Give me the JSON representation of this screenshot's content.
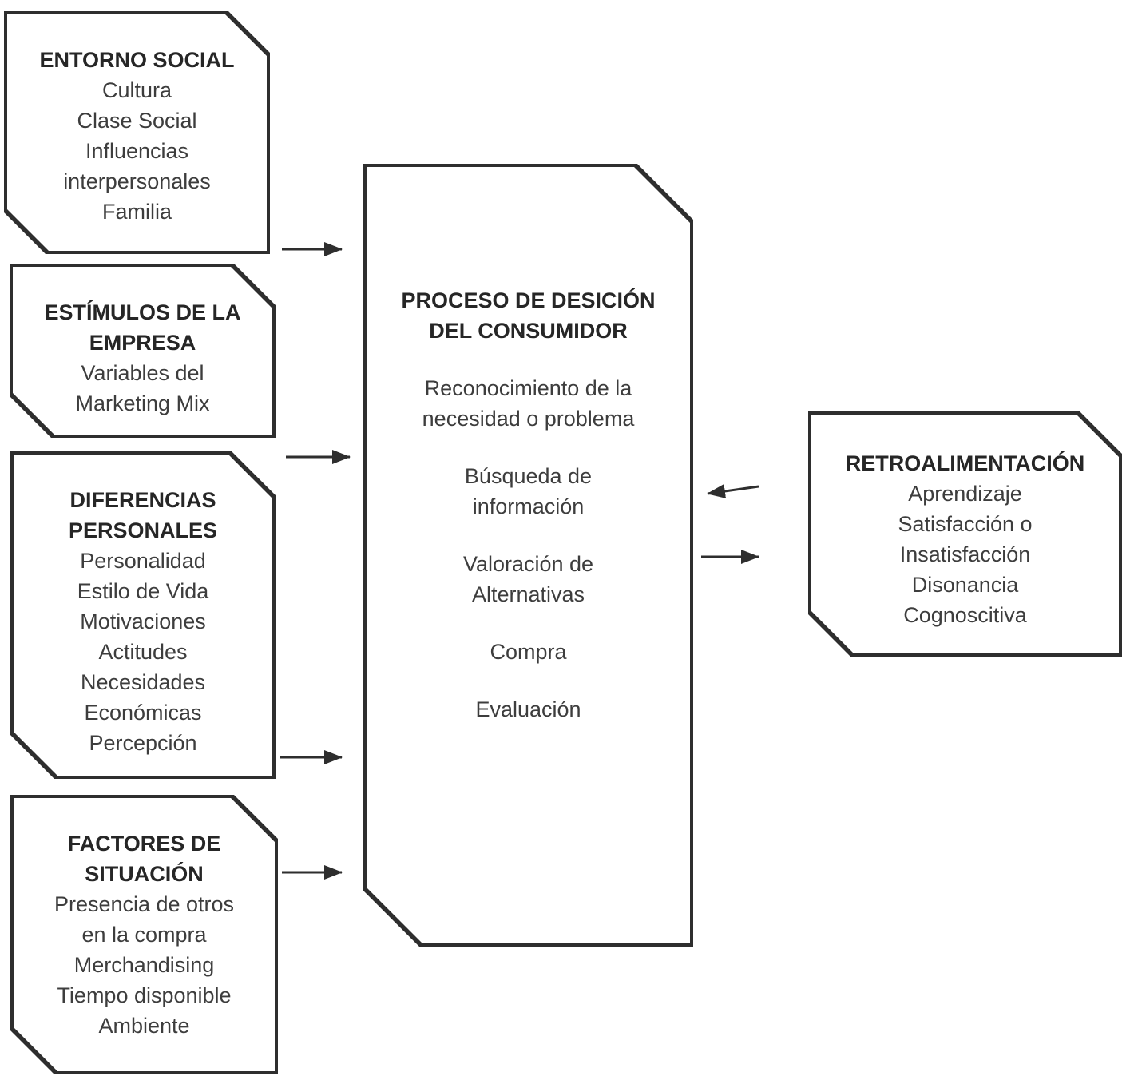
{
  "colors": {
    "line": "#2e2e2e",
    "title_text": "#262626",
    "body_text": "#3d3d3d",
    "background": "#ffffff"
  },
  "boxes": {
    "entorno_social": {
      "title_lines": [
        "ENTORNO SOCIAL"
      ],
      "items": [
        "Cultura",
        "Clase Social",
        "Influencias",
        "interpersonales",
        "Familia"
      ]
    },
    "estimulos_empresa": {
      "title_lines": [
        "ESTÍMULOS DE LA",
        "EMPRESA"
      ],
      "items": [
        "Variables del",
        "Marketing Mix"
      ]
    },
    "diferencias_personales": {
      "title_lines": [
        "DIFERENCIAS",
        "PERSONALES"
      ],
      "items": [
        "Personalidad",
        "Estilo de Vida",
        "Motivaciones",
        "Actitudes",
        "Necesidades",
        "Económicas",
        "Percepción"
      ]
    },
    "factores_situacion": {
      "title_lines": [
        "FACTORES DE",
        "SITUACIÓN"
      ],
      "items": [
        "Presencia de otros",
        "en la compra",
        "Merchandising",
        "Tiempo disponible",
        "Ambiente"
      ]
    },
    "proceso_decision": {
      "title_lines": [
        "PROCESO DE DESICIÓN",
        "DEL CONSUMIDOR"
      ],
      "steps": [
        [
          "Reconocimiento de la",
          "necesidad o problema"
        ],
        [
          "Búsqueda de",
          "información"
        ],
        [
          "Valoración de",
          "Alternativas"
        ],
        [
          "Compra"
        ],
        [
          "Evaluación"
        ]
      ]
    },
    "retroalimentacion": {
      "title_lines": [
        "RETROALIMENTACIÓN"
      ],
      "items": [
        "Aprendizaje",
        "Satisfacción o",
        "Insatisfacción",
        "Disonancia",
        "Cognoscitiva"
      ]
    }
  }
}
